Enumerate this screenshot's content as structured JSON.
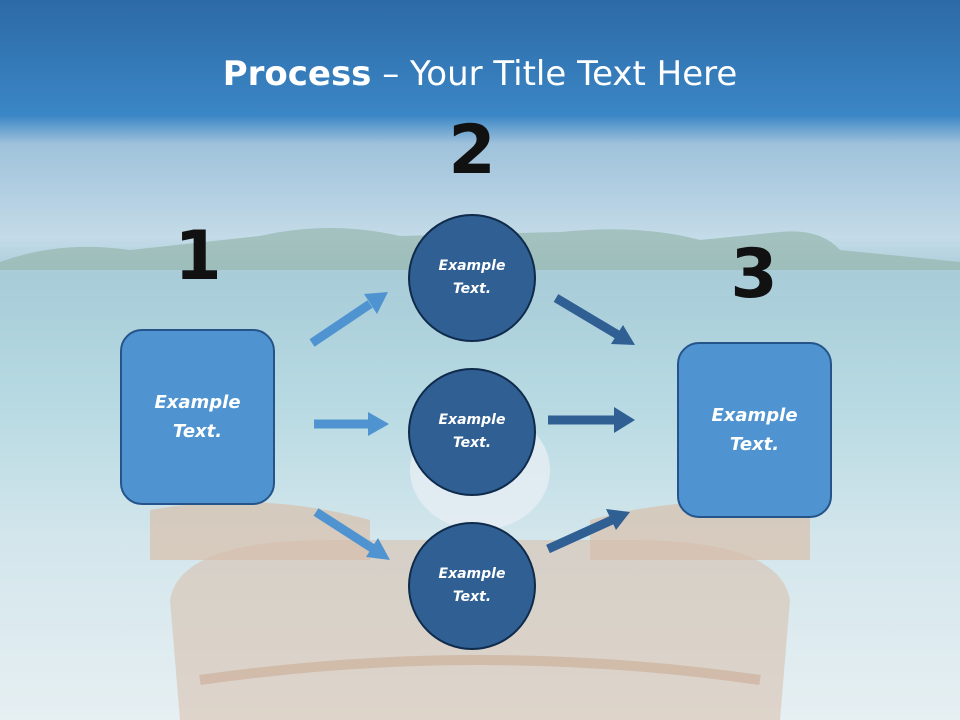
{
  "title": {
    "bold": "Process",
    "rest": " – Your Title Text Here"
  },
  "steps": {
    "one": "1",
    "two": "2",
    "three": "3"
  },
  "nodes": {
    "left_box": "Example\nText.",
    "right_box": "Example\nText.",
    "circle_top": "Example\nText.",
    "circle_middle": "Example\nText.",
    "circle_bottom": "Example\nText."
  },
  "colors": {
    "box_fill": "#4f94d0",
    "circle_fill": "#2f5f93",
    "arrow_light": "#4f94d0",
    "arrow_dark": "#2f5f93",
    "sky": "#3b86c6"
  }
}
